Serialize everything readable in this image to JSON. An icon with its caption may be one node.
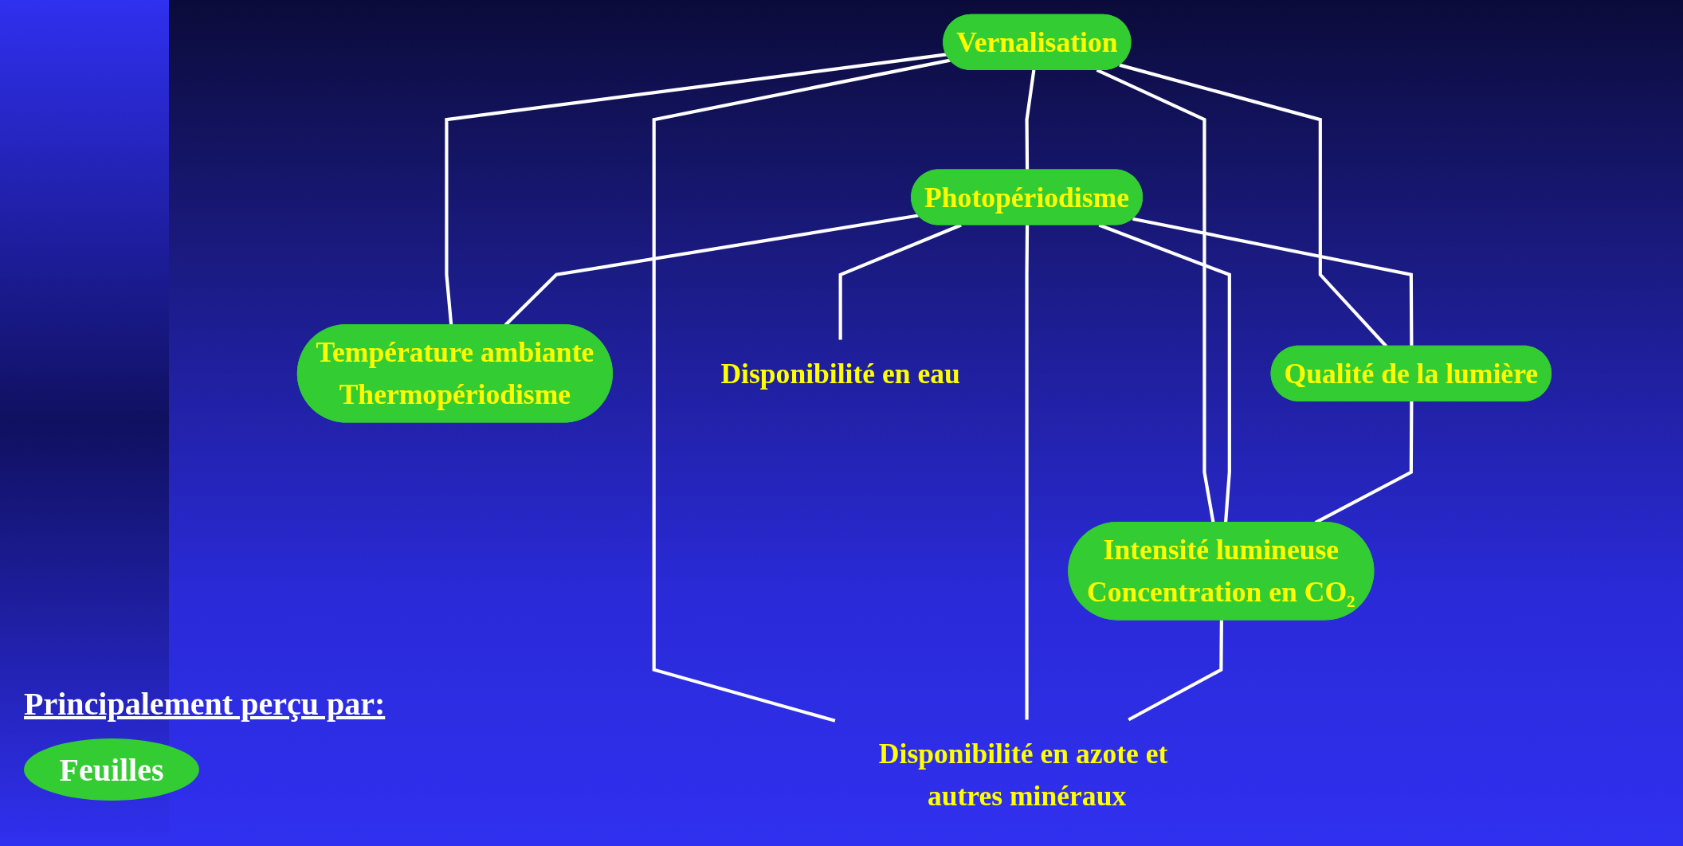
{
  "diagram": {
    "nodes": [
      {
        "text": [
          "Vernalisation"
        ]
      },
      {
        "text": [
          "Photopériodisme"
        ]
      },
      {
        "text": [
          "Température ambiante",
          "Thermopériodisme"
        ]
      },
      {
        "text": [
          "Qualité de la lumière"
        ]
      },
      {
        "text": [
          "Disponibilité en eau"
        ]
      },
      {
        "text": [
          "Intensité lumineuse",
          "Concentration en CO₂"
        ]
      },
      {
        "text": [
          "Disponibilité en azote et autres minéraux"
        ]
      }
    ],
    "edges": [
      {
        "from": 0,
        "to": 1,
        "arrow": "none"
      },
      {
        "from": 0,
        "to": 2,
        "arrow": "none"
      },
      {
        "from": 0,
        "to": 6,
        "arrow": "none"
      },
      {
        "from": 0,
        "to": 5,
        "arrow": "none"
      },
      {
        "from": 0,
        "to": 3,
        "arrow": "none"
      },
      {
        "from": 1,
        "to": 2,
        "arrow": "none"
      },
      {
        "from": 1,
        "to": 4,
        "arrow": "none"
      },
      {
        "from": 1,
        "to": 6,
        "arrow": "none"
      },
      {
        "from": 1,
        "to": 5,
        "arrow": "none"
      },
      {
        "from": 1,
        "to": 3,
        "arrow": "none"
      },
      {
        "from": 3,
        "to": 5,
        "arrow": "none"
      },
      {
        "from": 5,
        "to": 6,
        "arrow": "none"
      }
    ],
    "labels": [
      "Principalement perçu par:"
    ],
    "legend": [
      {
        "text": "Feuilles",
        "color": "#33cc33"
      }
    ]
  }
}
